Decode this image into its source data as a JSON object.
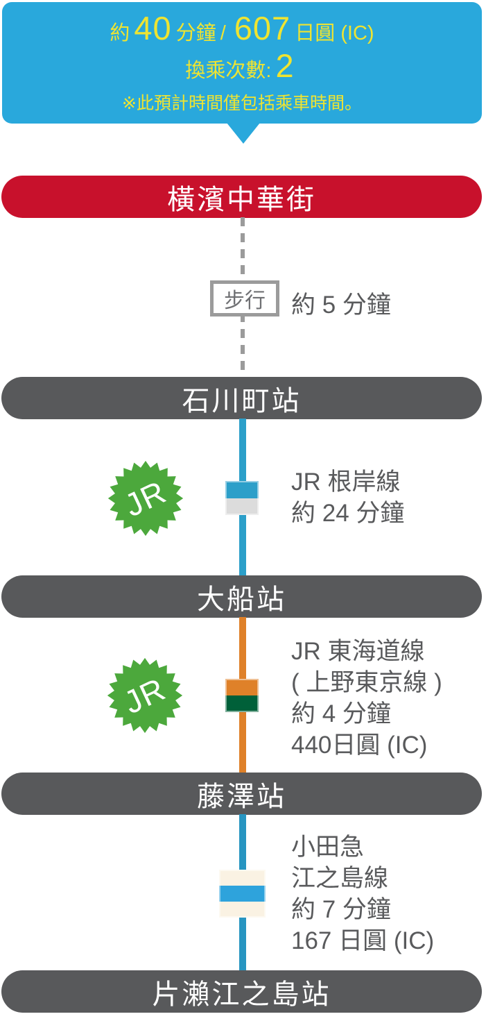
{
  "summary": {
    "approx_label": "約",
    "duration_value": "40",
    "duration_unit": "分鐘",
    "separator": "/",
    "fare_value": "607",
    "fare_suffix": "日圓 (IC)",
    "transfers_label": "換乘次數:",
    "transfers_value": "2",
    "note": "※此預計時間僅包括乘車時間。"
  },
  "route": {
    "stops": [
      {
        "label": "橫濱中華街",
        "type": "origin"
      },
      {
        "label": "石川町站",
        "type": "station"
      },
      {
        "label": "大船站",
        "type": "station"
      },
      {
        "label": "藤澤站",
        "type": "station"
      },
      {
        "label": "片瀨江之島站",
        "type": "station"
      }
    ],
    "walk": {
      "label": "步行",
      "info": "約 5 分鐘"
    },
    "segments": [
      {
        "badge": "JR",
        "lines": [
          "JR 根岸線",
          "約 24 分鐘"
        ],
        "line_color": "#2C9FC9",
        "marker_colors": [
          "#2C9FC9",
          "#DCDCDC"
        ]
      },
      {
        "badge": "JR",
        "lines": [
          "JR 東海道線",
          "( 上野東京線 )",
          "約 4 分鐘",
          "440日圓 (IC)"
        ],
        "line_color": "#DF8129",
        "marker_colors": [
          "#DF8129",
          "#006039"
        ]
      },
      {
        "badge": null,
        "lines": [
          "小田急",
          "江之島線",
          "約 7 分鐘",
          "167 日圓 (IC)"
        ],
        "line_color": "#2795C1",
        "marker_colors": [
          "#FAF2E3",
          "#2EA3DC",
          "#FAF2E3"
        ]
      }
    ]
  },
  "colors": {
    "callout_bg": "#29A8DC",
    "callout_text": "#EFE431",
    "origin_pill": "#C8112C",
    "station_pill": "#58595B",
    "jr_badge_green": "#4CA83C",
    "walk_gray": "#9B9B9B",
    "info_text": "#595A5C"
  }
}
